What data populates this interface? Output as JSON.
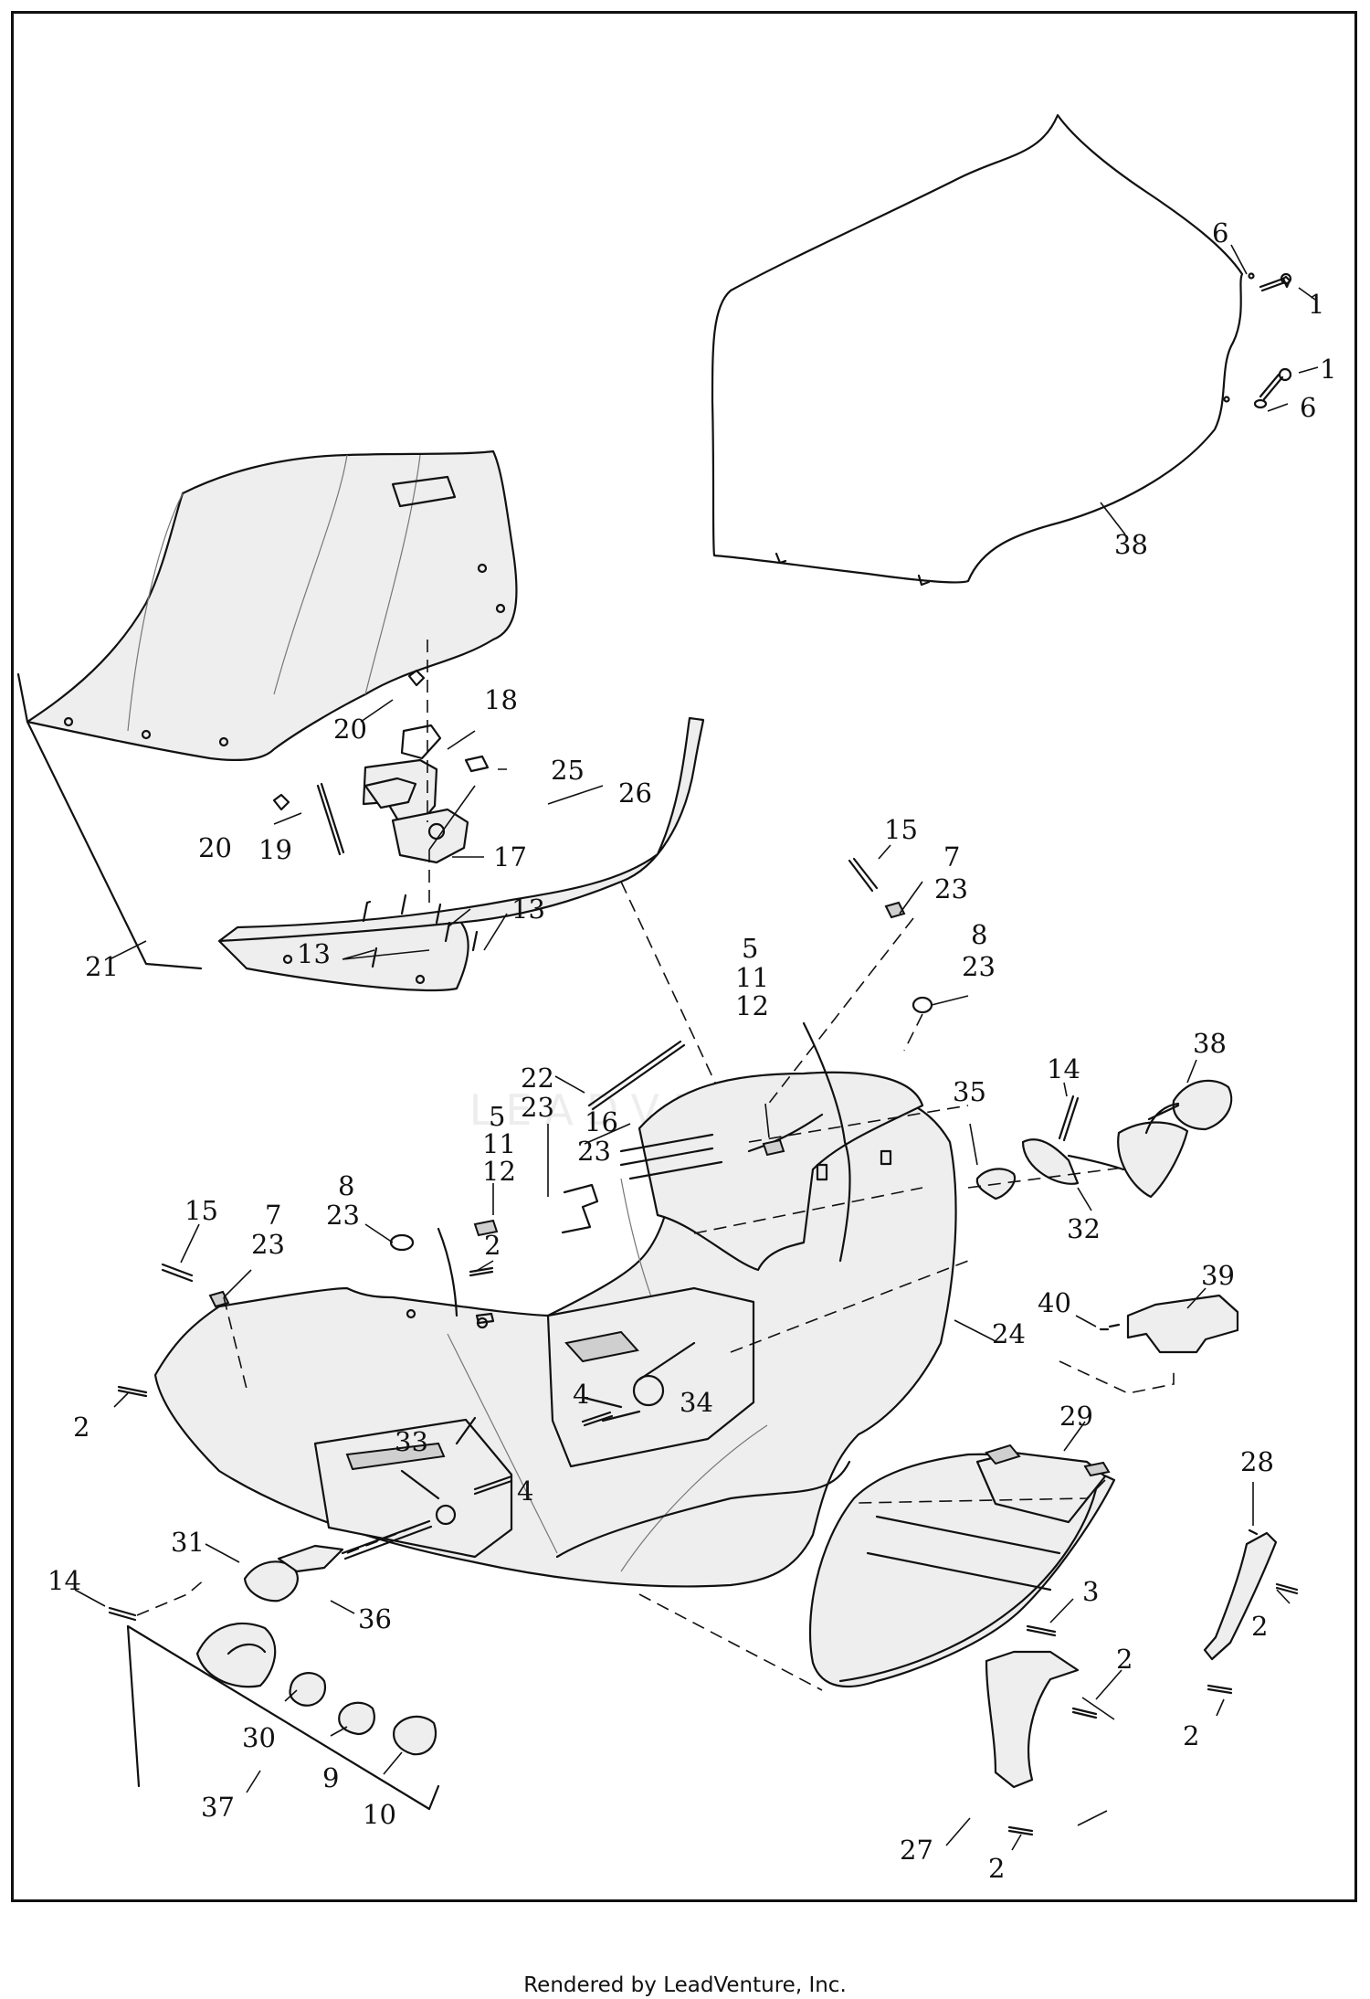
{
  "diagram": {
    "watermark_text": "LEADVENTURE",
    "footer_text": "Rendered by LeadVenture, Inc.",
    "callouts": {
      "c1a": "1",
      "c1b": "1",
      "c6a": "6",
      "c6b": "6",
      "c38a": "38",
      "c18": "18",
      "c20a": "20",
      "c25": "25",
      "c26": "26",
      "c20b": "20",
      "c19": "19",
      "c17": "17",
      "c13a": "13",
      "c13b": "13",
      "c21": "21",
      "c15a": "15",
      "c7a": "7",
      "c23a": "23",
      "c8a": "8",
      "c23b": "23",
      "c5a": "5",
      "c11a": "11",
      "c12a": "12",
      "c22": "22",
      "c23c": "23",
      "c14a": "14",
      "c38b": "38",
      "c35": "35",
      "c32": "32",
      "c5b": "5",
      "c11b": "11",
      "c12b": "12",
      "c16": "16",
      "c23d": "23",
      "c8b": "8",
      "c23e": "23",
      "c15b": "15",
      "c7b": "7",
      "c23f": "23",
      "c2a": "2",
      "c24": "24",
      "c39": "39",
      "c40": "40",
      "c4a": "4",
      "c34": "34",
      "c2b": "2",
      "c33": "33",
      "c4b": "4",
      "c29": "29",
      "c28": "28",
      "c31": "31",
      "c14b": "14",
      "c36": "36",
      "c3": "3",
      "c2c": "2",
      "c2d": "2",
      "c2e": "2",
      "c30": "30",
      "c9": "9",
      "c10": "10",
      "c37": "37",
      "c27": "27",
      "c2f": "2"
    }
  }
}
